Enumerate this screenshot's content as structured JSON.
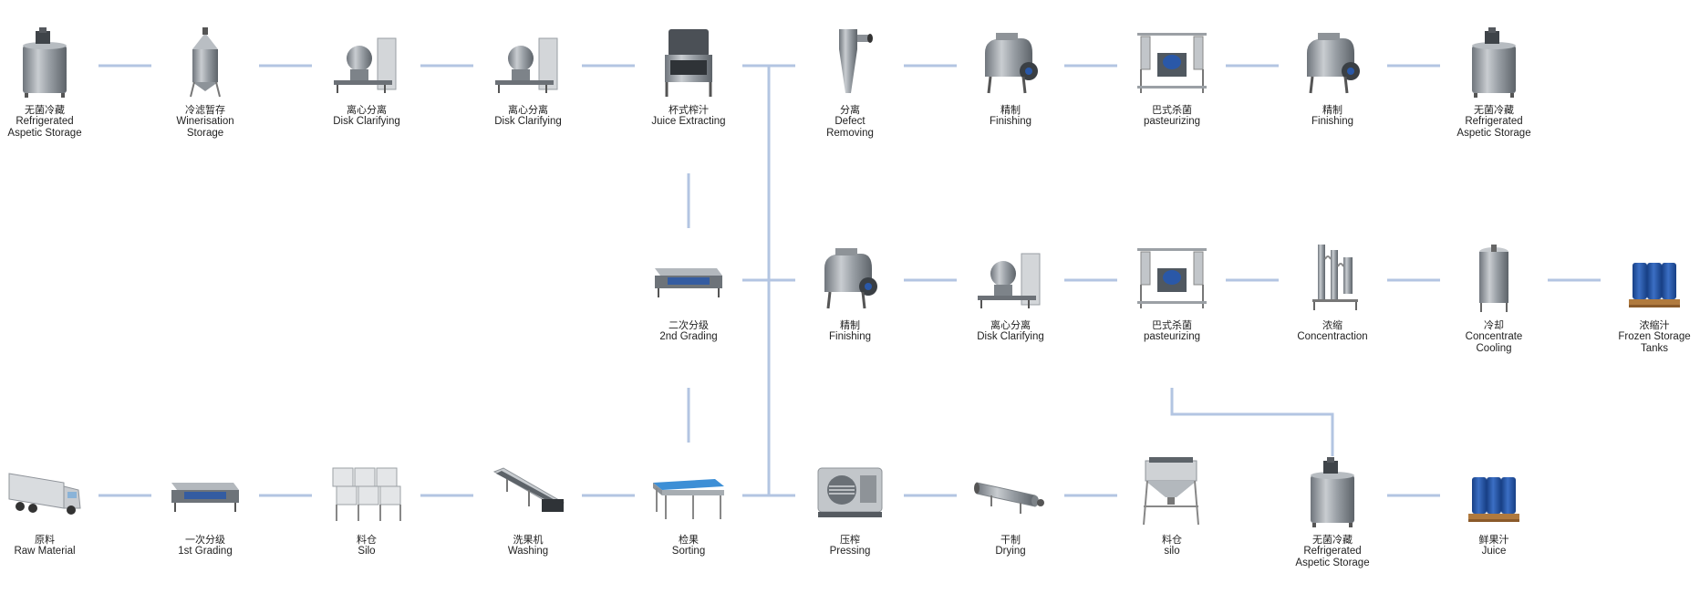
{
  "nodes": [
    {
      "id": "r1c1",
      "zh": "无菌冷藏",
      "en": [
        "Refrigerated",
        "Aspetic Storage"
      ],
      "icon": "aseptic-tank-icon"
    },
    {
      "id": "r1c2",
      "zh": "冷滤暂存",
      "en": [
        "Winerisation",
        "Storage"
      ],
      "icon": "winerisation-tank-icon"
    },
    {
      "id": "r1c3",
      "zh": "离心分离",
      "en": [
        "Disk Clarifying"
      ],
      "icon": "disk-clarifier-icon"
    },
    {
      "id": "r1c4",
      "zh": "离心分离",
      "en": [
        "Disk Clarifying"
      ],
      "icon": "disk-clarifier-icon"
    },
    {
      "id": "r1c5",
      "zh": "杯式榨汁",
      "en": [
        "Juice Extracting"
      ],
      "icon": "juice-extractor-icon"
    },
    {
      "id": "r1c6",
      "zh": "分离",
      "en": [
        "Defect",
        "Removing"
      ],
      "icon": "cyclone-separator-icon"
    },
    {
      "id": "r1c7",
      "zh": "精制",
      "en": [
        "Finishing"
      ],
      "icon": "finisher-icon"
    },
    {
      "id": "r1c8",
      "zh": "巴式杀菌",
      "en": [
        "pasteurizing"
      ],
      "icon": "pasteurizer-icon"
    },
    {
      "id": "r1c9",
      "zh": "精制",
      "en": [
        "Finishing"
      ],
      "icon": "finisher-icon"
    },
    {
      "id": "r1c10",
      "zh": "无菌冷藏",
      "en": [
        "Refrigerated",
        "Aspetic Storage"
      ],
      "icon": "aseptic-tank-icon"
    },
    {
      "id": "r2c5",
      "zh": "二次分级",
      "en": [
        "2nd Grading"
      ],
      "icon": "grader-icon"
    },
    {
      "id": "r2c6",
      "zh": "精制",
      "en": [
        "Finishing"
      ],
      "icon": "finisher-icon"
    },
    {
      "id": "r2c7",
      "zh": "离心分离",
      "en": [
        "Disk Clarifying"
      ],
      "icon": "disk-clarifier-icon"
    },
    {
      "id": "r2c8",
      "zh": "巴式杀菌",
      "en": [
        "pasteurizing"
      ],
      "icon": "pasteurizer-icon"
    },
    {
      "id": "r2c9",
      "zh": "浓缩",
      "en": [
        "Concentraction"
      ],
      "icon": "evaporator-icon"
    },
    {
      "id": "r2c10",
      "zh": "冷却",
      "en": [
        "Concentrate",
        "Cooling"
      ],
      "icon": "cooling-tank-icon"
    },
    {
      "id": "r2c11",
      "zh": "浓缩汁",
      "en": [
        "Frozen Storage",
        "Tanks"
      ],
      "icon": "drum-pallet-icon"
    },
    {
      "id": "r3c1",
      "zh": "原料",
      "en": [
        "Raw Material"
      ],
      "icon": "truck-icon"
    },
    {
      "id": "r3c2",
      "zh": "一次分级",
      "en": [
        "1st Grading"
      ],
      "icon": "grader-icon"
    },
    {
      "id": "r3c3",
      "zh": "料仓",
      "en": [
        "Silo"
      ],
      "icon": "silo-bins-icon"
    },
    {
      "id": "r3c4",
      "zh": "洗果机",
      "en": [
        "Washing"
      ],
      "icon": "washer-conveyor-icon"
    },
    {
      "id": "r3c5",
      "zh": "检果",
      "en": [
        "Sorting"
      ],
      "icon": "sorting-table-icon"
    },
    {
      "id": "r3c6",
      "zh": "压榨",
      "en": [
        "Pressing"
      ],
      "icon": "press-icon"
    },
    {
      "id": "r3c7",
      "zh": "干制",
      "en": [
        "Drying"
      ],
      "icon": "dryer-drum-icon"
    },
    {
      "id": "r3c8",
      "zh": "料仓",
      "en": [
        "silo"
      ],
      "icon": "silo-hopper-icon"
    },
    {
      "id": "r3c9",
      "zh": "无菌冷藏",
      "en": [
        "Refrigerated",
        "Aspetic Storage"
      ],
      "icon": "aseptic-tank-icon"
    },
    {
      "id": "r3c10",
      "zh": "鲜果汁",
      "en": [
        "Juice"
      ],
      "icon": "drum-pallet-icon"
    }
  ],
  "colors": {
    "connector": "#b3c5e2",
    "steel": "#9aa0a6",
    "drum": "#2a58a8",
    "belt": "#3d8fd6"
  }
}
